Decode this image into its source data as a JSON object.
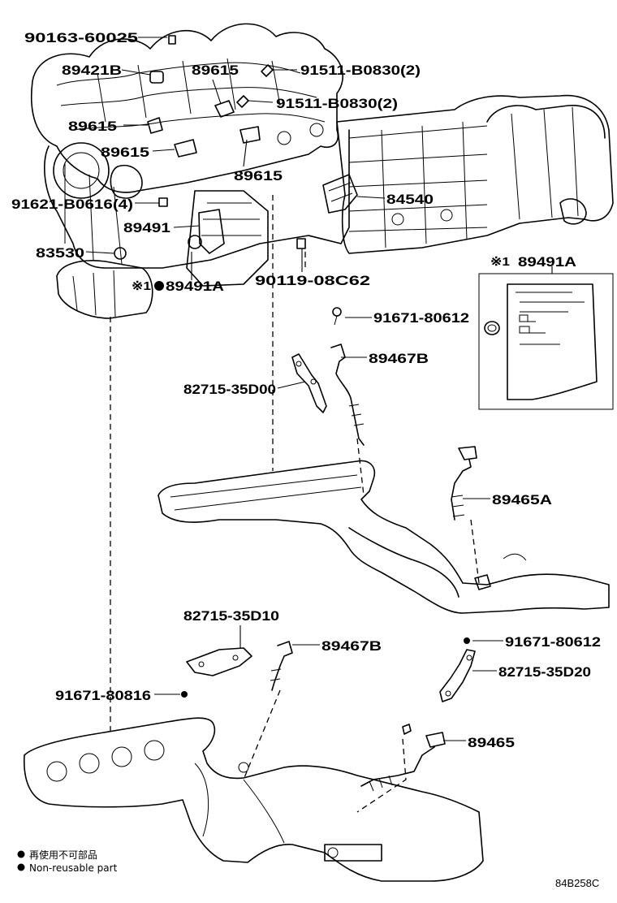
{
  "labels": {
    "p90163": "90163-60025",
    "p89421B": "89421B",
    "p89615_a": "89615",
    "p91511_a": "91511-B0830(2)",
    "p91511_b": "91511-B0830(2)",
    "p89615_b": "89615",
    "p89615_c": "89615",
    "p89615_d": "89615",
    "p91621": "91621-B0616(4)",
    "p84540": "84540",
    "p89491": "89491",
    "p83530": "83530",
    "p89491A_marker": "※1",
    "p89491A_main": "89491A",
    "p90119": "90119-08C62",
    "p89491A_box_marker": "※1",
    "p89491A_box": "89491A",
    "p91671_80612_a": "91671-80612",
    "p89467B_a": "89467B",
    "p82715_35D00": "82715-35D00",
    "p89465A": "89465A",
    "p82715_35D10": "82715-35D10",
    "p89467B_b": "89467B",
    "p91671_80612_b": "91671-80612",
    "p82715_35D20": "82715-35D20",
    "p91671_80816": "91671-80816",
    "p89465": "89465"
  },
  "legend": {
    "jp": "再使用不可部品",
    "en": "Non-reusable part"
  },
  "diagram_ref": "84B258C"
}
